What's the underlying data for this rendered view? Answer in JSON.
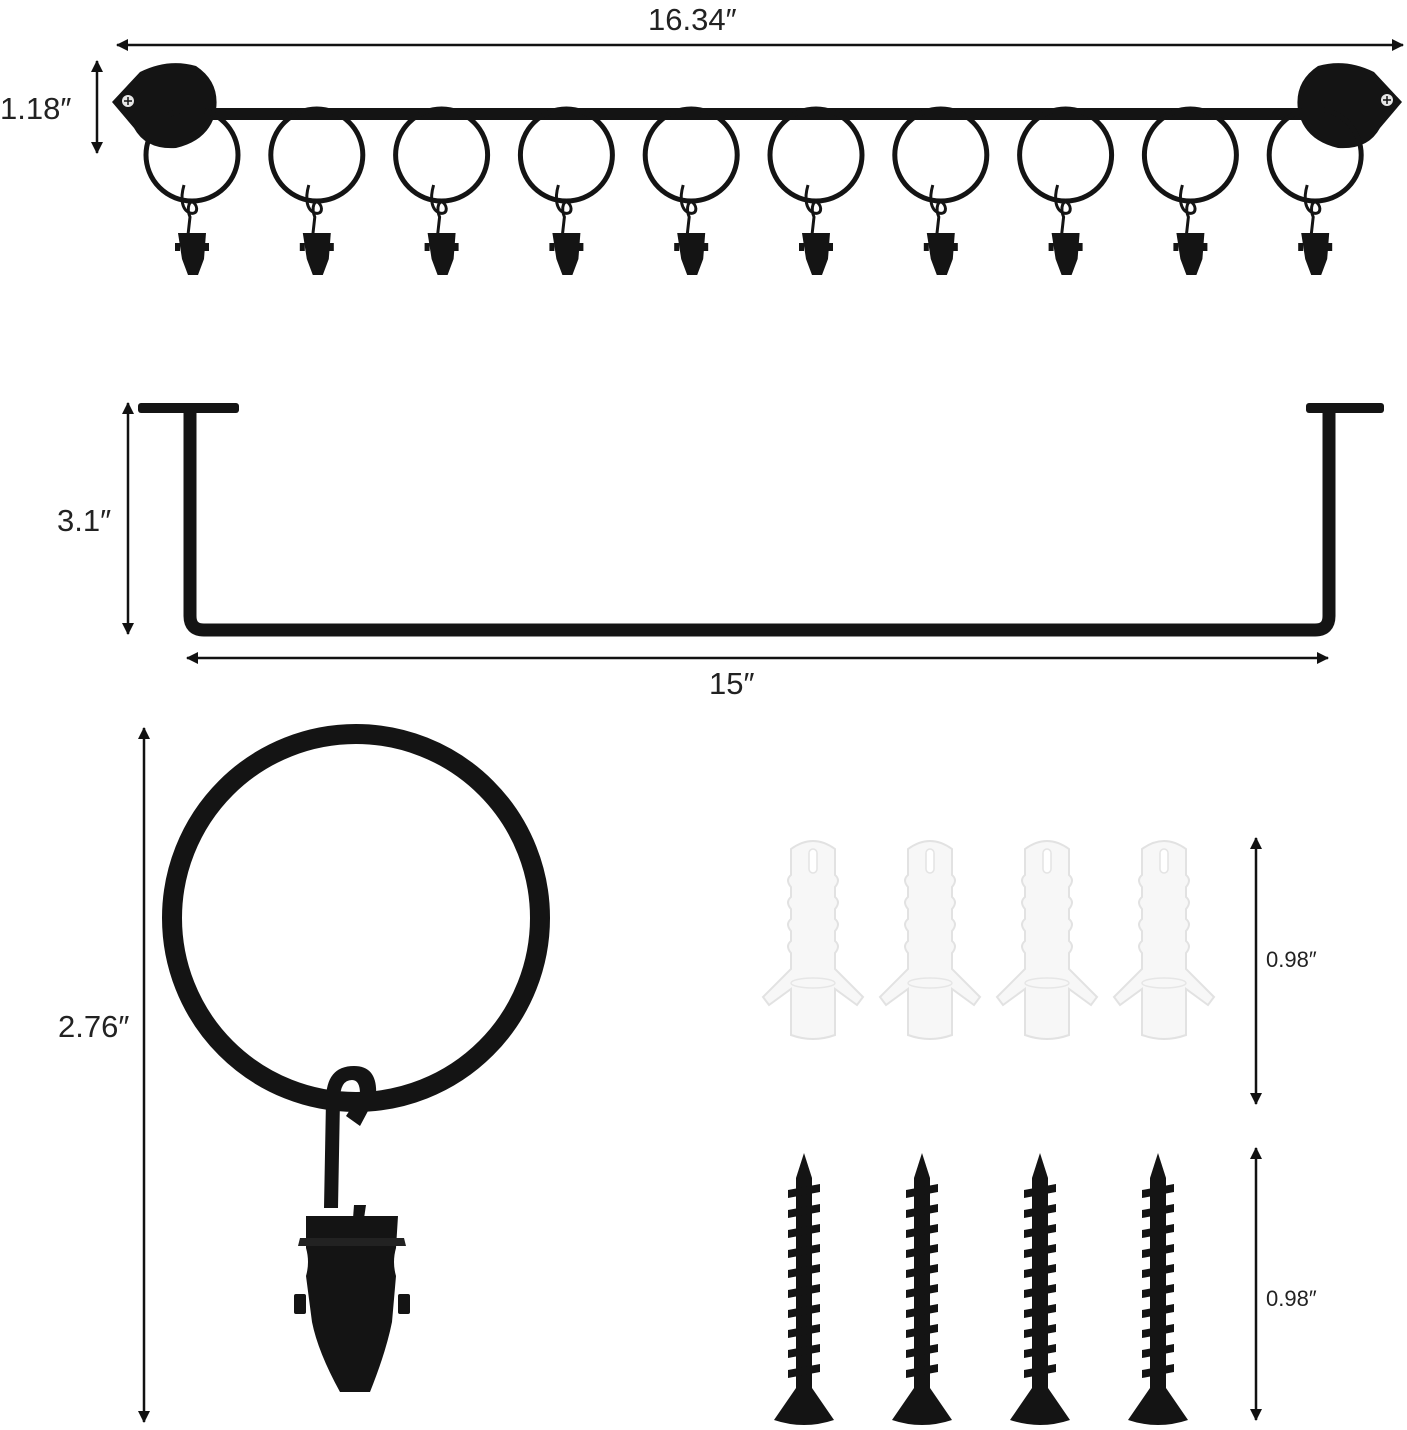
{
  "dimensions": {
    "rod_total_length": "16.34″",
    "bracket_height": "1.18″",
    "wall_offset": "3.1″",
    "rod_length": "15″",
    "ring_clip_height": "2.76″",
    "anchor_length": "0.98″",
    "screw_length": "0.98″"
  },
  "parts": {
    "clip_ring_count": 10,
    "anchor_count": 4,
    "screw_count": 4
  },
  "colors": {
    "metal": "#141414",
    "anchor_fill": "#f7f7f7",
    "anchor_stroke": "#e2e2e2",
    "dimension_line": "#111111",
    "text": "#222222"
  }
}
